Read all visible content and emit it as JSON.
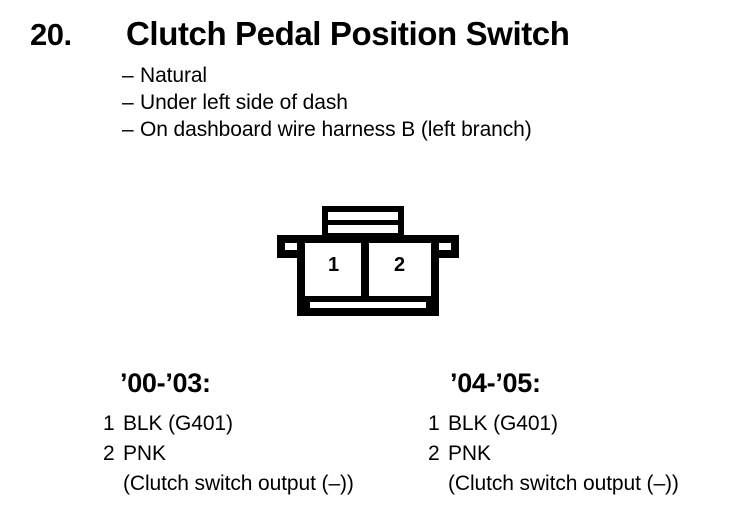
{
  "header": {
    "item_number": "20.",
    "title": "Clutch Pedal Position Switch"
  },
  "specs": {
    "dash": "–",
    "items": [
      "Natural",
      "Under left side of dash",
      "On dashboard wire harness B (left branch)"
    ]
  },
  "connector": {
    "name": "2-pin-connector-symbol",
    "pin_count": 2,
    "pins": [
      {
        "number": "1"
      },
      {
        "number": "2"
      }
    ],
    "stroke_color": "#000000",
    "fill_color": "#ffffff"
  },
  "variants": [
    {
      "heading": "’00-’03:",
      "pins": [
        {
          "index": "1",
          "desc": "BLK (G401)"
        },
        {
          "index": "2",
          "desc": "PNK"
        }
      ],
      "note": "(Clutch switch output (–))"
    },
    {
      "heading": "’04-’05:",
      "pins": [
        {
          "index": "1",
          "desc": "BLK (G401)"
        },
        {
          "index": "2",
          "desc": "PNK"
        }
      ],
      "note": "(Clutch switch output (–))"
    }
  ]
}
